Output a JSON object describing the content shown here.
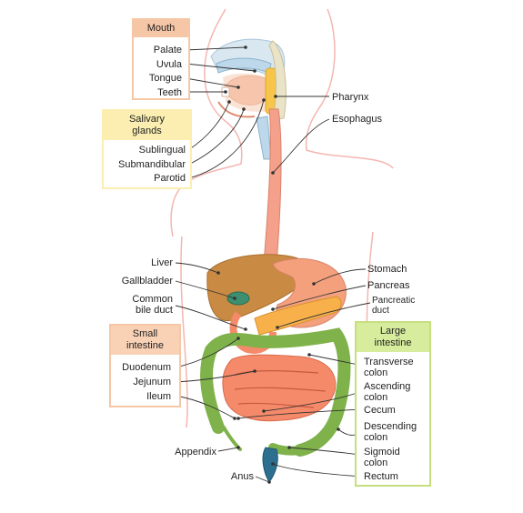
{
  "groups": {
    "mouth": {
      "title": "Mouth",
      "color": "#f6c7a6",
      "border": "#f6c7a6"
    },
    "salivary": {
      "title": "Salivary glands",
      "color": "#fbeeb0",
      "border": "#fbeeb0"
    },
    "small_intestine": {
      "title": "Small intestine",
      "color": "#f9d2b6",
      "border": "#f6c7a6"
    },
    "large_intestine": {
      "title": "Large intestine",
      "color": "#d7ec9c",
      "border": "#c6e07f"
    }
  },
  "labels": {
    "palate": "Palate",
    "uvula": "Uvula",
    "tongue": "Tongue",
    "teeth": "Teeth",
    "sublingual": "Sublingual",
    "submandibular": "Submandibular",
    "parotid": "Parotid",
    "pharynx": "Pharynx",
    "esophagus": "Esophagus",
    "liver": "Liver",
    "gallbladder": "Gallbladder",
    "common_bile_duct": "Common bile duct",
    "stomach": "Stomach",
    "pancreas": "Pancreas",
    "pancreatic_duct": "Pancreatic duct",
    "duodenum": "Duodenum",
    "jejunum": "Jejunum",
    "ileum": "Ileum",
    "transverse_colon": "Transverse colon",
    "ascending_colon": "Ascending colon",
    "cecum": "Cecum",
    "descending_colon": "Descending colon",
    "sigmoid_colon": "Sigmoid colon",
    "rectum": "Rectum",
    "appendix": "Appendix",
    "anus": "Anus"
  },
  "colors": {
    "body_outline": "#f4b6b0",
    "esophagus": "#f4a08a",
    "liver": "#c98a44",
    "stomach": "#f4a07c",
    "intestine": "#f58a6a",
    "colon": "#7fb24a",
    "rectum": "#2d6f8f",
    "gallbladder": "#3d8f6f",
    "palate": "#bcd8ea",
    "tongue": "#f5b39a",
    "leader": "#333333"
  }
}
